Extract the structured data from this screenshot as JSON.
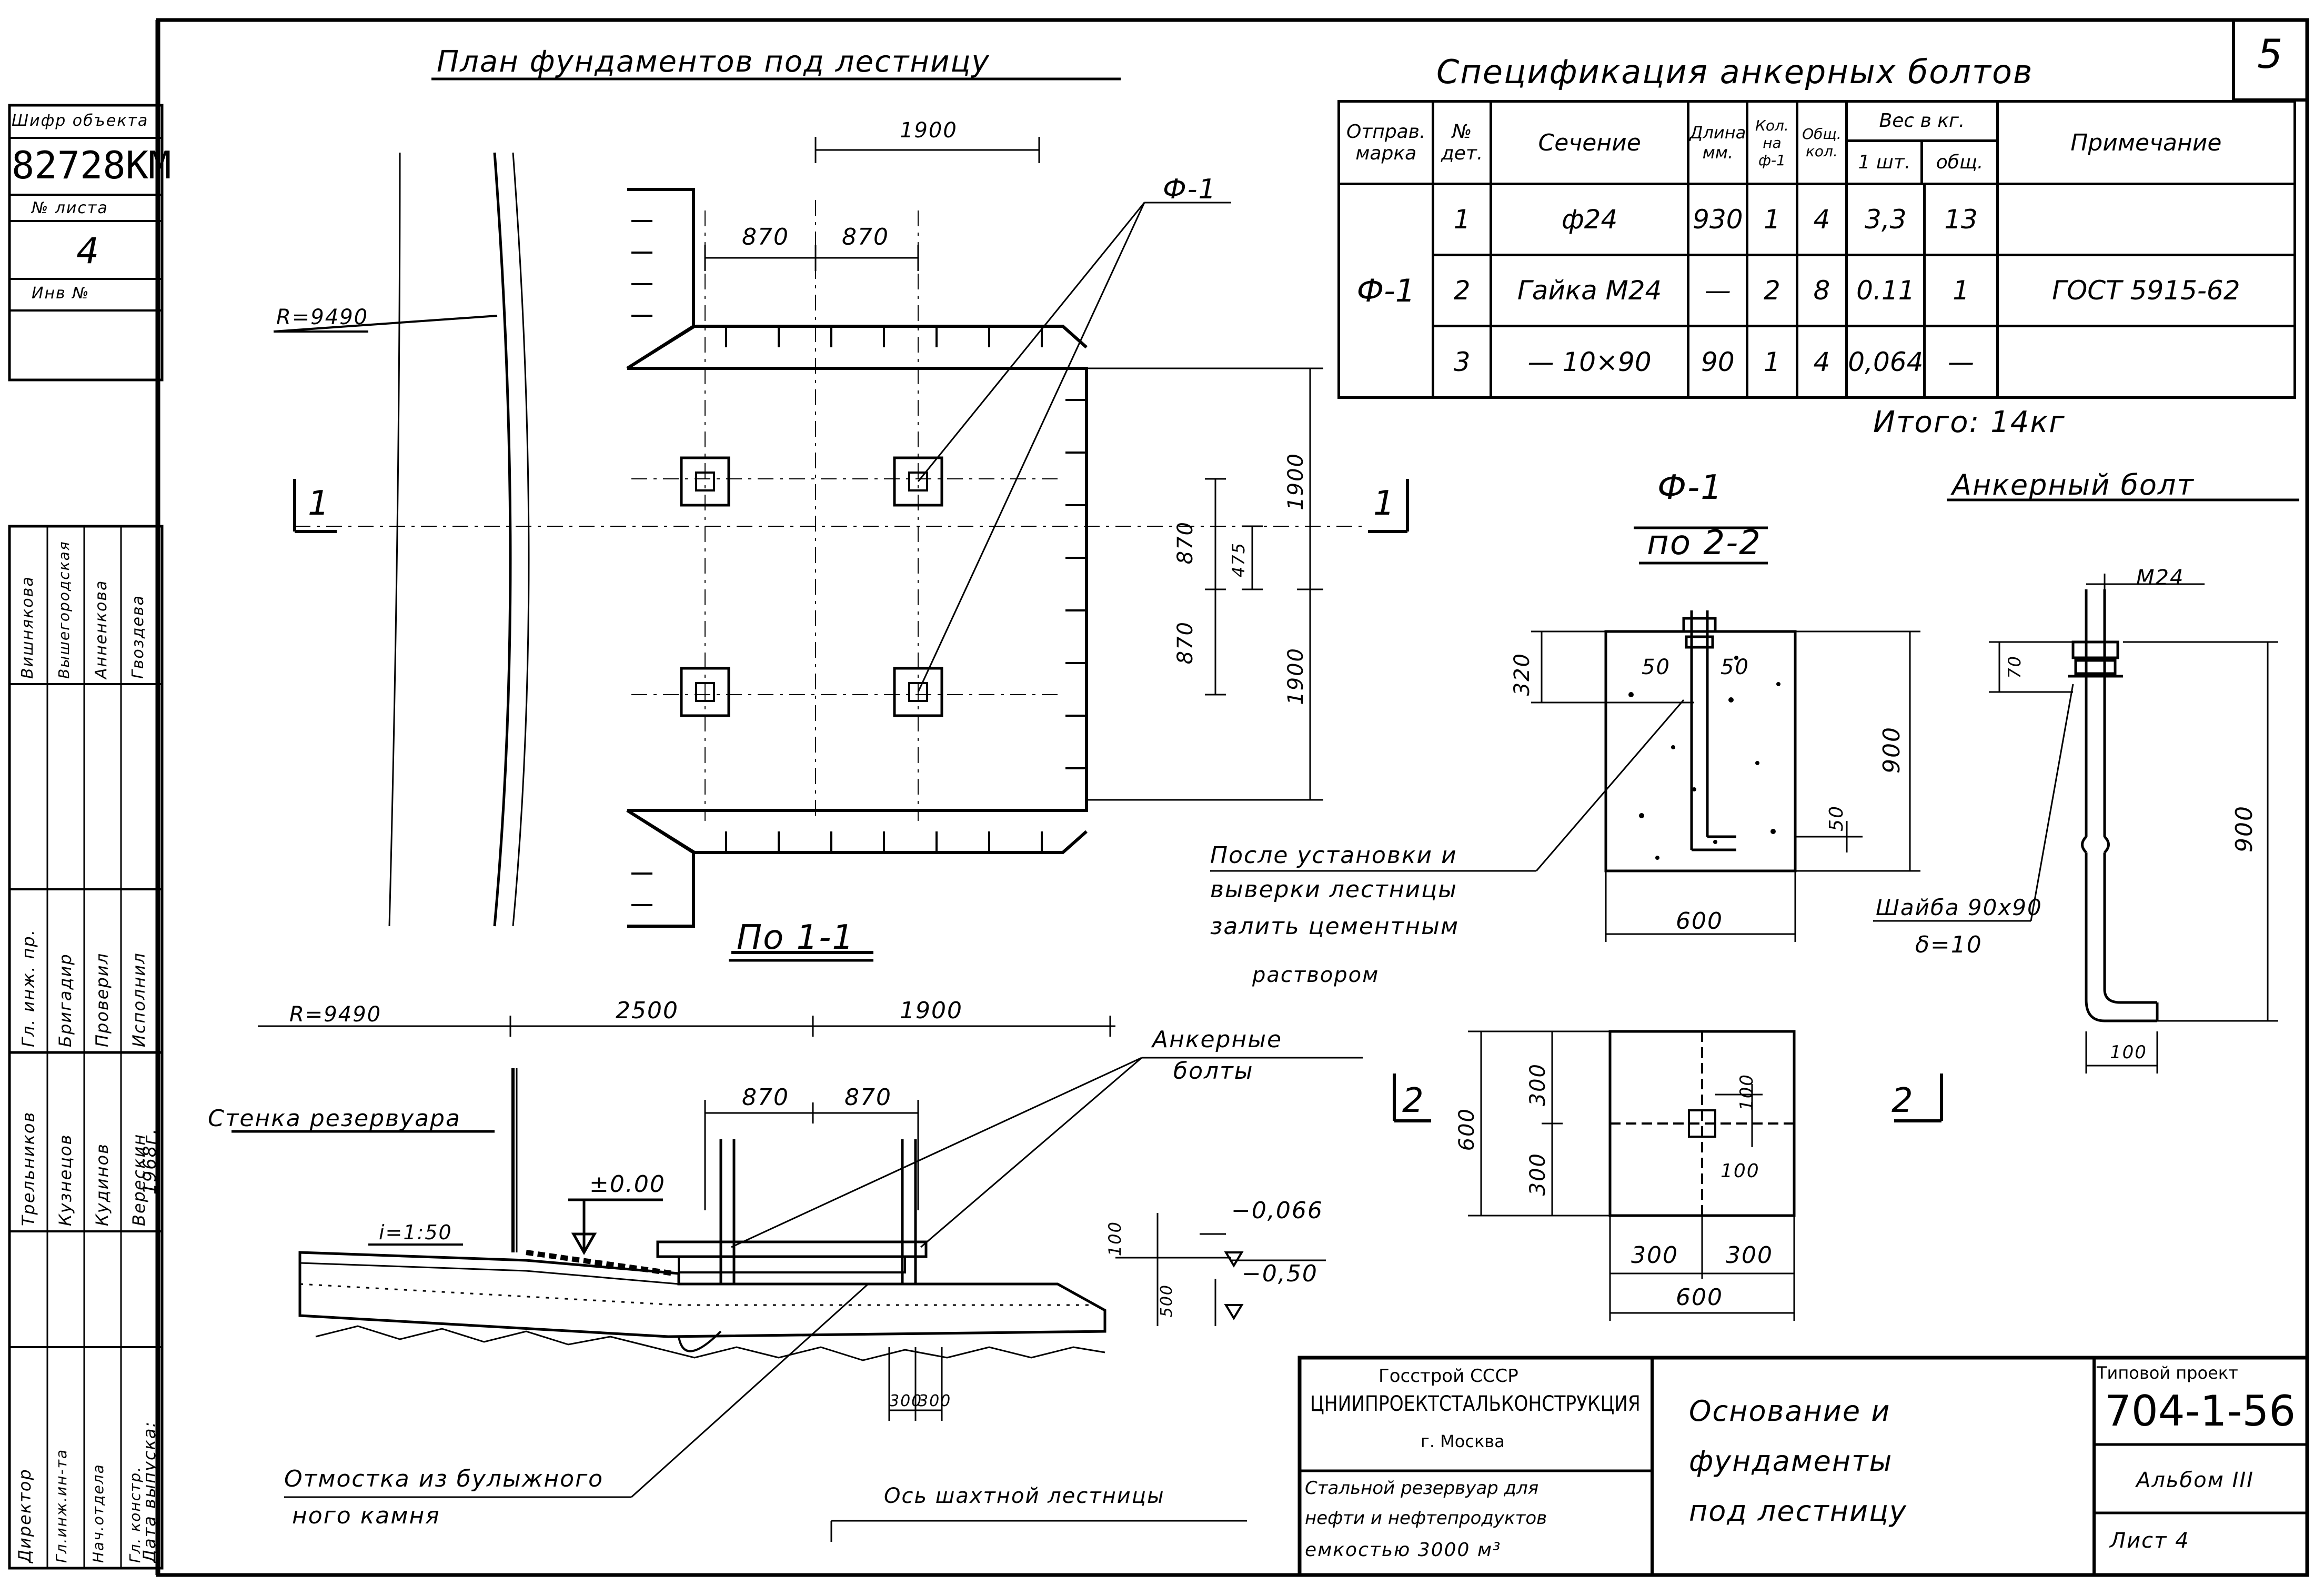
{
  "sheet_number": "5",
  "left_stamp": {
    "code_label": "Шифр объекта",
    "code": "82728КМ",
    "sheet_label": "№ листа",
    "sheet": "4",
    "inv_label": "Инв №",
    "names_top": [
      "Вишнякова",
      "Вышегородская",
      "Анненкова",
      "Гвоздева"
    ],
    "roles_mid": [
      "Гл. инж. пр.",
      "Бригадир",
      "Проверил",
      "Исполнил"
    ],
    "names_low": [
      "Трельников",
      "Кузнецов",
      "Кудинов",
      "Верескин"
    ],
    "roles_low": [
      "Директор",
      "Гл.инж.ин-та",
      "Нач.отдела",
      "Гл. констр.",
      "Дата выпуска:"
    ],
    "year": "1968г."
  },
  "plan": {
    "title": "План фундаментов под лестницу",
    "radius": "R=9490",
    "dim_1900_top": "1900",
    "dim_870a": "870",
    "dim_870b": "870",
    "f1": "Ф-1",
    "dim_1900_r1": "1900",
    "dim_1900_r2": "1900",
    "dim_870_v1": "870",
    "dim_870_v2": "870",
    "dim_475": "475",
    "sec_left": "1",
    "sec_right": "1"
  },
  "spec": {
    "title": "Спецификация анкерных болтов",
    "headers": {
      "mark": "Отправ. марка",
      "det": "№ дет.",
      "section": "Сечение",
      "length": "Длина мм.",
      "qty_per": "Кол. на ф-1",
      "qty_total": "Общ. кол.",
      "weight": "Вес в кг.",
      "w_one": "1 шт.",
      "w_total": "общ.",
      "note": "Примечание"
    },
    "mark": "Ф-1",
    "rows": [
      {
        "det": "1",
        "section": "ф24",
        "length": "930",
        "qty_per": "1",
        "qty_total": "4",
        "w_one": "3,3",
        "w_total": "13",
        "note": ""
      },
      {
        "det": "2",
        "section": "Гайка М24",
        "length": "—",
        "qty_per": "2",
        "qty_total": "8",
        "w_one": "0.11",
        "w_total": "1",
        "note": "ГОСТ 5915-62"
      },
      {
        "det": "3",
        "section": "— 10×90",
        "length": "90",
        "qty_per": "1",
        "qty_total": "4",
        "w_one": "0,064",
        "w_total": "—",
        "note": ""
      }
    ],
    "total": "Итого: 14кг"
  },
  "f1_detail": {
    "title": "Ф-1",
    "subtitle": "по 2-2",
    "d320": "320",
    "d50a": "50",
    "d50b": "50",
    "d900": "900",
    "d50c": "50",
    "d600": "600",
    "note1": "После установки и",
    "note2": "выверки лестницы",
    "note3": "залить цементным",
    "note4": "раствором"
  },
  "bolt": {
    "title": "Анкерный болт",
    "m24": "М24",
    "d70": "70",
    "d900": "900",
    "washer": "Шайба 90х90",
    "delta": "δ=10",
    "d100": "100"
  },
  "plan2": {
    "sec_left": "2",
    "sec_right": "2",
    "d600v": "600",
    "d300v1": "300",
    "d300v2": "300",
    "d100a": "100",
    "d100b": "100",
    "d300h1": "300",
    "d300h2": "300",
    "d600h": "600"
  },
  "section11": {
    "title": "По 1-1",
    "radius": "R=9490",
    "d2500": "2500",
    "d1900": "1900",
    "d870a": "870",
    "d870b": "870",
    "anchor1": "Анкерные",
    "anchor2": "болты",
    "wall": "Стенка резервуара",
    "zero": "±0.00",
    "slope": "i=1:50",
    "m066": "−0,066",
    "m050": "−0,50",
    "d100": "100",
    "d500": "500",
    "d300a": "300",
    "d300b": "300",
    "otm1": "Отмостка из булыжного",
    "otm2": "ного камня",
    "axis": "Ось шахтной лестницы"
  },
  "title_block": {
    "org1": "Госстрой СССР",
    "org2": "ЦНИИПРОЕКТСТАЛЬКОНСТРУКЦИЯ",
    "org3": "г. Москва",
    "obj1": "Стальной резервуар для",
    "obj2": "нефти и нефтепродуктов",
    "obj3": "емкостью 3000 м³",
    "name1": "Основание и",
    "name2": "фундаменты",
    "name3": "под лестницу",
    "type_label": "Типовой проект",
    "project": "704-1-56",
    "album": "Альбом III",
    "sheet": "Лист 4"
  }
}
